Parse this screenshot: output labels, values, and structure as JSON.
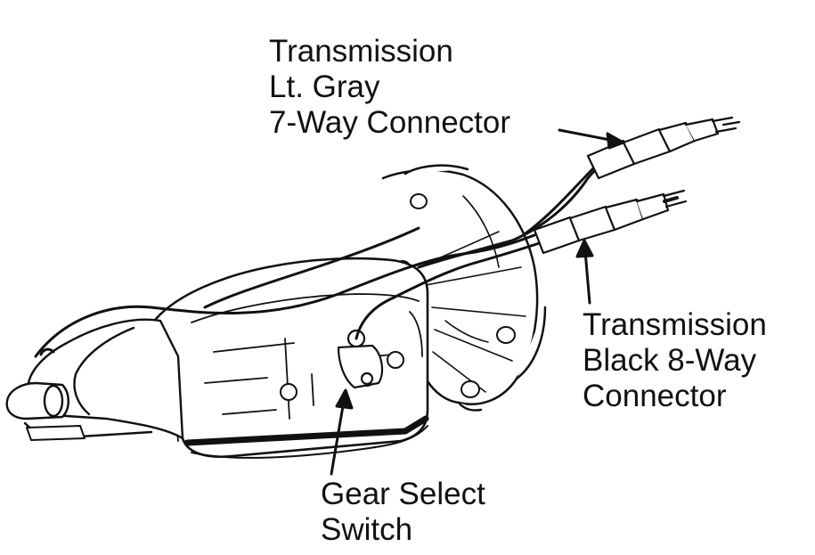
{
  "labels": {
    "lt_gray_connector": [
      "Transmission",
      "Lt. Gray",
      "7-Way Connector"
    ],
    "black_connector": [
      "Transmission",
      "Black 8-Way",
      "Connector"
    ],
    "gear_select_switch": [
      "Gear Select",
      "Switch"
    ]
  },
  "colors": {
    "ink": "#111111",
    "background": "#ffffff"
  }
}
